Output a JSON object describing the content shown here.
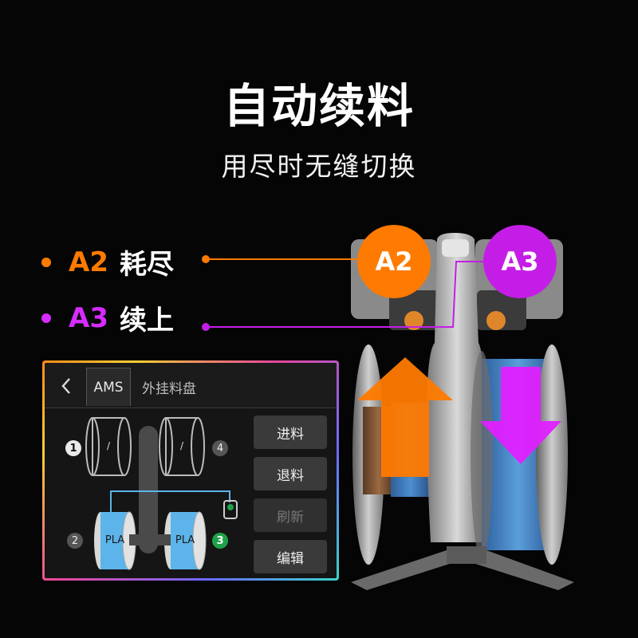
{
  "title": "自动续料",
  "subtitle": "用尽时无缝切换",
  "callouts": [
    {
      "slot": "A2",
      "word": "耗尽",
      "color": "#ff7a00"
    },
    {
      "slot": "A3",
      "word": "续上",
      "color": "#d52cff"
    }
  ],
  "badges": [
    {
      "label": "A2",
      "color": "#ff7a00"
    },
    {
      "label": "A3",
      "color": "#c41ee6"
    }
  ],
  "arrows": {
    "up_color": "#ff7a00",
    "down_color": "#e020ff"
  },
  "ams_panel": {
    "tabs": {
      "back": "<",
      "ams": "AMS",
      "external": "外挂料盘"
    },
    "buttons": {
      "load": "进料",
      "unload": "退料",
      "refresh": "刷新",
      "edit": "编辑"
    },
    "slots": [
      {
        "number": "1",
        "material": "/",
        "filled": false
      },
      {
        "number": "4",
        "material": "/",
        "filled": false
      },
      {
        "number": "2",
        "material": "PLA",
        "filled": true,
        "color": "#5db4ea"
      },
      {
        "number": "3",
        "material": "PLA",
        "filled": true,
        "color": "#5db4ea"
      }
    ],
    "colors": {
      "filament": "#5db4ea",
      "active_slot": "#1fa34a"
    }
  }
}
